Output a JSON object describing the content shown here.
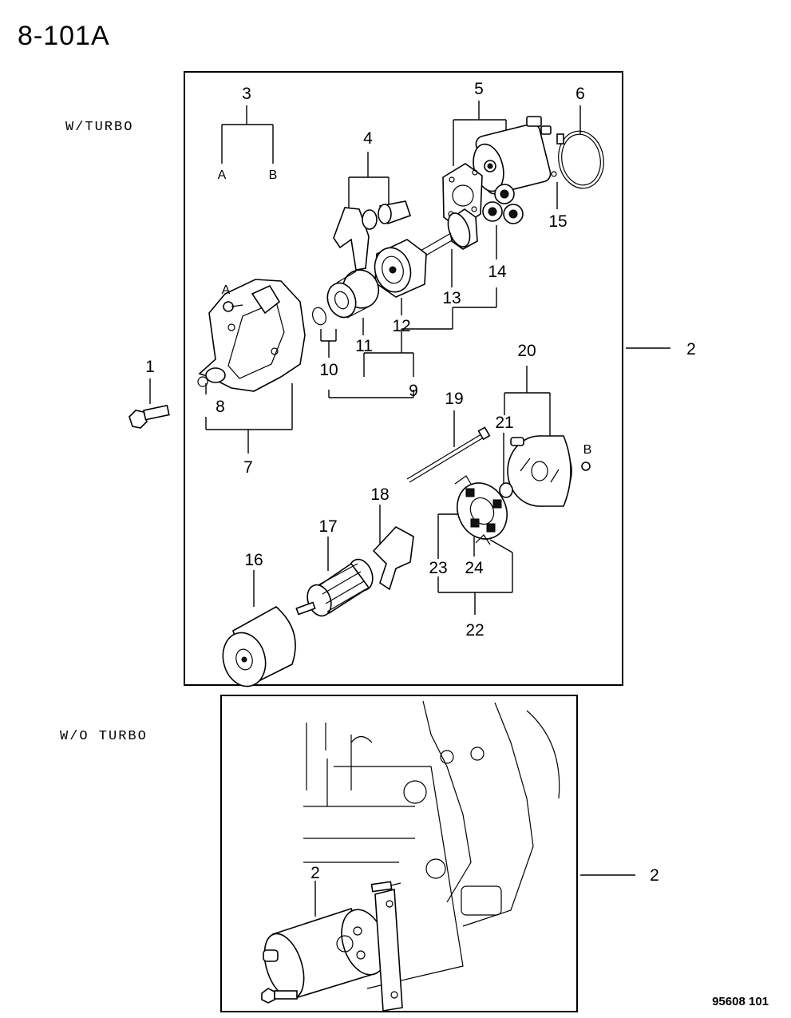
{
  "header": {
    "page_code": "8-101A"
  },
  "variants": {
    "with_turbo": "W/TURBO",
    "without_turbo": "W/O TURBO"
  },
  "footer": {
    "drawing_number": "95608 101"
  },
  "callouts": {
    "c1": "1",
    "c2": "2",
    "c3": "3",
    "c4": "4",
    "c5": "5",
    "c6": "6",
    "c7": "7",
    "c8": "8",
    "c9": "9",
    "c10": "10",
    "c11": "11",
    "c12": "12",
    "c13": "13",
    "c14": "14",
    "c15": "15",
    "c16": "16",
    "c17": "17",
    "c18": "18",
    "c19": "19",
    "c20": "20",
    "c21": "21",
    "c22": "22",
    "c23": "23",
    "c24": "24",
    "c2_side": "2",
    "c2_bottom": "2",
    "c2_bottom_side": "2"
  },
  "sub_labels": {
    "a_top": "A",
    "b_top": "B",
    "a_bolt": "A",
    "b_bolt": "B"
  }
}
